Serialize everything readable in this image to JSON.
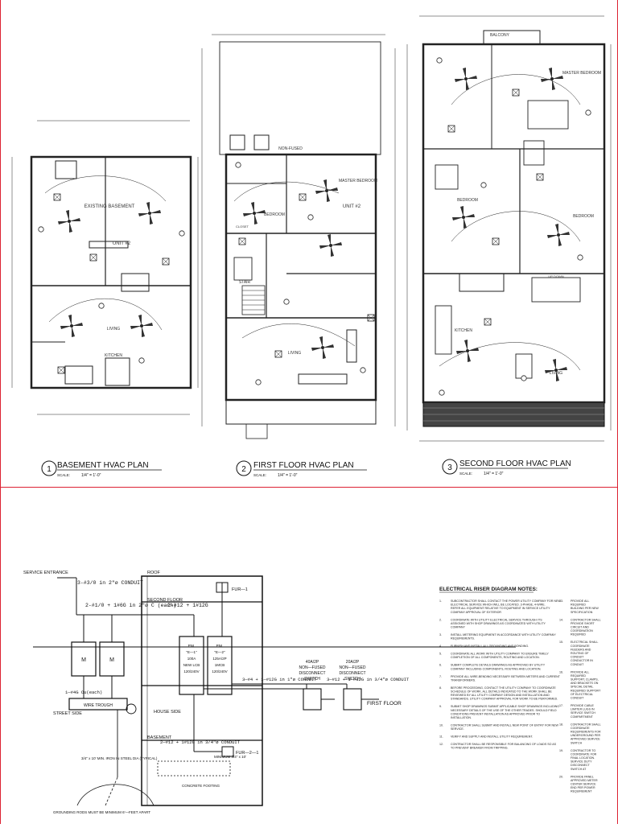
{
  "plans": [
    {
      "number": "1",
      "title": "BASEMENT HVAC PLAN",
      "scale_label": "SCALE:",
      "scale": "1/4\" = 1'-0\"",
      "rooms": [
        "EXISTING BASEMENT",
        "UNIT #2",
        "LIVING",
        "KITCHEN"
      ]
    },
    {
      "number": "2",
      "title": "FIRST FLOOR HVAC PLAN",
      "scale_label": "SCALE:",
      "scale": "1/4\" = 1'-0\"",
      "rooms": [
        "MASTER BEDROOM",
        "UNIT #2",
        "BEDROOM",
        "CLOSET",
        "STAIR",
        "LIVING",
        "NON-FUSED"
      ]
    },
    {
      "number": "3",
      "title": "SECOND FLOOR HVAC PLAN",
      "scale_label": "SCALE:",
      "scale": "1/4\" = 1'-0\"",
      "rooms": [
        "BALCONY",
        "MASTER BEDROOM",
        "BEDROOM",
        "BEDROOM",
        "KITCHEN",
        "LIVING",
        "UP DOWN"
      ]
    }
  ],
  "riser": {
    "service_entrance": "SERVICE ENTRANCE",
    "conduit_main": "3-#3/0 in 2\"ø CONDUIT",
    "conduit_feed": "2-#1/0 + 1#6G in 2\"ø C (each)",
    "conduit_12": "2-#12 + 1#12G",
    "roof": "ROOF",
    "second_floor": "SECOND FLOOR",
    "first_floor": "FIRST FLOOR",
    "basement": "BASEMENT",
    "street_side": "STREET SIDE",
    "house_side": "HOUSE SIDE",
    "fur_1": "FUR—1",
    "fur_2": "FUR—2—1",
    "meter": "M",
    "wire_trough": "WIRE TROUGH",
    "ground_wire": "1—#4G Cu(each)",
    "panel_a": [
      "PNL",
      "\"E—1\"",
      "100A",
      "NEW LCB",
      "120/240V"
    ],
    "panel_b": [
      "PNL",
      "\"E—2\"",
      "125A/2P",
      "1MCB",
      "120/240V"
    ],
    "conduit_left": "3—#4 + 1—#12G in 1\"ø CONDUIT",
    "conduit_right": "3—#12 + 1—#12G in 3/4\"ø CONDUIT",
    "conduit_bottom": "2—#12 + 1#12G in 3/4\"ø CONDUIT",
    "switch_a": [
      "40A/2P",
      "NON—FUSED",
      "DISCONNECT",
      "SWITCH"
    ],
    "switch_b": [
      "20A/2P",
      "NON—FUSED",
      "DISCONNECT",
      "SWITCH"
    ],
    "ground_rod": "3/4\" x 10' MIN. IRON IN STEEL DIA (TYPICAL)",
    "ground_rod_note": "GROUNDING RODS MUST BE MINIMUM 6'—FEET APART",
    "concrete": "CONCRETE FOOTING",
    "minimum": "MINIMUM 3/4\" x 10'"
  },
  "notes": {
    "heading": "ELECTRICAL RISER DIAGRAM NOTES:",
    "left": [
      {
        "n": "1.",
        "text": "SUBCONTRACTOR SHALL CONTACT THE POWER UTILITY COMPANY FOR NEW ELECTRICAL SERVICE WHICH WILL BE LOCATED. 3-PHASE, 4-WIRE. REFER ALL EQUIPMENT RELATIVE TO EQUIPMENT IN SERVICE UTILITY COMPANY APPROVAL OF EXTERIOR"
      },
      {
        "n": "2.",
        "text": "COORDINATE WITH UTILITY ELECTRICAL SERVICE THROUGH ITS ASSIGNED WITH SHOP DRAWINGS AS COORDINATED WITH UTILITY COMPANY"
      },
      {
        "n": "3.",
        "text": "INSTALL METERING EQUIPMENT IN ACCORDANCE WITH UTILITY COMPANY REQUIREMENTS."
      },
      {
        "n": "4.",
        "text": "FURNISH AND INSTALL ALL GROUNDING AND BONDING."
      },
      {
        "n": "5.",
        "text": "COORDINATE ALL WORK WITH UTILITY COMPANY TO ENSURE TIMELY COMPLETION OF ALL COMPONENTS, ROUTING AND LOCATION."
      },
      {
        "n": "6.",
        "text": "SUBMIT COMPLETE DETAILS DRAWINGS AS APPROVED BY UTILITY COMPANY INCLUDING COMPONENTS, ROUTING AND LOCATION."
      },
      {
        "n": "7.",
        "text": "PROVIDE ALL WIRE-BENDING NECESSARY BETWEEN METERS AND CURRENT TRANSFORMERS."
      },
      {
        "n": "8.",
        "text": "BEFORE PROCEEDING, CONTACT THE UTILITY COMPANY TO COORDINATE SCHEDULE OF WORK. ALL DETAILS INDICATED TO THE WORK SHALL BE REVIEWED BY ALL UTILITY COMPANY DESIGN AND INSTALLATION AND STANDARDS. UTILITY COMPANY APPROVAL FOR WORK TO BE PERFORMED."
      },
      {
        "n": "9.",
        "text": "SUBMIT SHOP DRAWINGS SUBMIT APPLICABLE SHOP DRAWINGS INCLUDING NECESSARY DETAILS OF THE USE OF THE OTHER TRADES. SHOULD FIELD CONDITIONS PREVENT INSTALLATION AS APPROVED PRIOR TO INSTALLATION."
      },
      {
        "n": "10.",
        "text": "CONTRACTOR SHALL SUBMIT AND INSTALL NEW POINT OF ENTRY FOR NEW SERVICE."
      },
      {
        "n": "11.",
        "text": "VERIFY AND SUPPLY AND INSTALL UTILITY REQUIREMENT."
      },
      {
        "n": "12.",
        "text": "CONTRACTOR SHALL BE RESPONSIBLE FOR BALANCING OF LOADS SO AS TO PREVENT BREAKER FROM TRIPPING."
      }
    ],
    "right": [
      {
        "n": "13.",
        "text": "PROVIDE ALL REQUIRED BUILDING PER NEW SPECIFICATION"
      },
      {
        "n": "14.",
        "text": "CONTRACTOR SHALL PROVIDE SHORT CIRCUIT AND COORDINATION REQUIRED"
      },
      {
        "n": "15.",
        "text": "ELECTRICAL SHALL COORDINATE FEEDERS AND ROUTING OF CONDUIT CONDUCTOR IN CONDUIT"
      },
      {
        "n": "16.",
        "text": "PROVIDE ALL REQUIRED SUPPORT, CLAMPS, AND BRACKETS ON SPECIAL DETAIL REQUIRED SUPPORT OF ELECTRICAL CONDUIT"
      },
      {
        "n": "17.",
        "text": "PROVIDE CABLE LIMITER LUGS IN SERVICE SWITCH COMPARTMENT"
      },
      {
        "n": "18.",
        "text": "CONTRACTOR SHALL COORDINATE REQUIREMENTS FOR UNDERGROUND PER APPROVED SERVICE SWITCH"
      },
      {
        "n": "19.",
        "text": "CONTRACTOR TO COORDINATE FOR FINAL LOCATION. SERVICE DUTY DISCONNECT SWITCH AT"
      },
      {
        "n": "20.",
        "text": "PROVIDE PANEL APPROVED METER CENTER SERVICE END PER POWER REQUIREMENT"
      }
    ]
  }
}
